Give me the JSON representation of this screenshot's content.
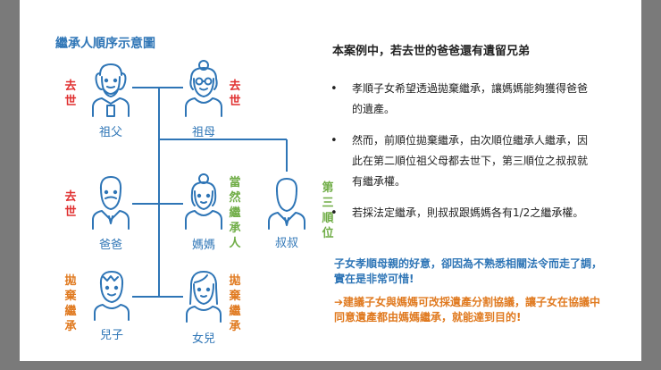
{
  "diagram": {
    "title": "繼承人順序示意圖",
    "people": {
      "grandfather": {
        "label": "祖父",
        "status": "去世"
      },
      "grandmother": {
        "label": "祖母",
        "status": "去世"
      },
      "father": {
        "label": "爸爸",
        "status": "去世"
      },
      "mother": {
        "label": "媽媽",
        "status": "當然繼承人"
      },
      "uncle": {
        "label": "叔叔",
        "status": "第三順位"
      },
      "son": {
        "label": "兒子",
        "status": "拋棄繼承"
      },
      "daughter": {
        "label": "女兒",
        "status": "拋棄繼承"
      }
    },
    "colors": {
      "line": "#2e75b6",
      "deceased": "#e03030",
      "heir": "#70ad47",
      "renounce": "#e07a20"
    }
  },
  "text": {
    "heading": "本案例中，若去世的爸爸還有遺留兄弟",
    "bullets": [
      "孝順子女希望透過拋棄繼承，讓媽媽能夠獲得爸爸的遺產。",
      "然而，前順位拋棄繼承，由次順位繼承人繼承，因此在第二順位祖父母都去世下，第三順位之叔叔就有繼承權。",
      "若採法定繼承，則叔叔跟媽媽各有1/2之繼承權。"
    ],
    "note_blue": "子女孝順母親的好意，卻因為不熟悉相關法令而走了調，實在是非常可惜!",
    "note_orange": "➔建議子女與媽媽可改採遺產分割協議，讓子女在協議中同意遺產都由媽媽繼承，就能達到目的!"
  }
}
